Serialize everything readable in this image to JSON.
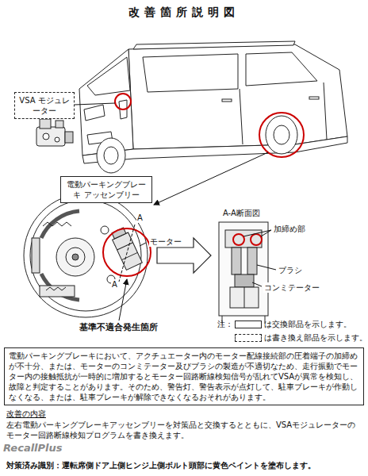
{
  "diagram": {
    "title": "改善箇所説明図",
    "nodes": [
      {
        "text": [
          "VSA モジュレーター"
        ]
      },
      {
        "text": [
          "電動パーキングブレーキ アッセンブリー"
        ]
      },
      {
        "text": [
          "電動パーキングブレーキにおいて、アクチュエーター内のモーター配線接続部の圧着端子の加締めが不十分、または、モーターのコンミテーター及びブラシの製造が不適切なため、走行振動でモーター内の接触抵抗が一時的に増加するとモーター回路断線検知信号が乱れてVSAが異常を検知し、故障と判定することがあります。そのため、警告灯、警告表示が点灯して、駐車ブレーキが作動しなくなる、または、駐車ブレーキが解除できなくなるおそれがあります。"
        ]
      }
    ],
    "labels": [
      "モーター",
      "A",
      "A",
      "A-A断面図",
      "加締め部",
      "ブラシ",
      "コンミテーター",
      "基準不適合発生箇所",
      "注：",
      "改善の内容",
      "左右電動パーキングブレーキアッセンブリーを対策品と交換するとともに、VSAモジュレーターのモーター回路断線検知プログラムを書き換えます。",
      "RecallPlus",
      "対策済み識別：運転席側ドア上側ヒンジ上側ボルト頭部に黄色ペイントを塗布します。"
    ],
    "legend": [
      {
        "text": "は交換部品を示します。"
      },
      {
        "text": "は書き換え部品を示します。"
      }
    ]
  }
}
